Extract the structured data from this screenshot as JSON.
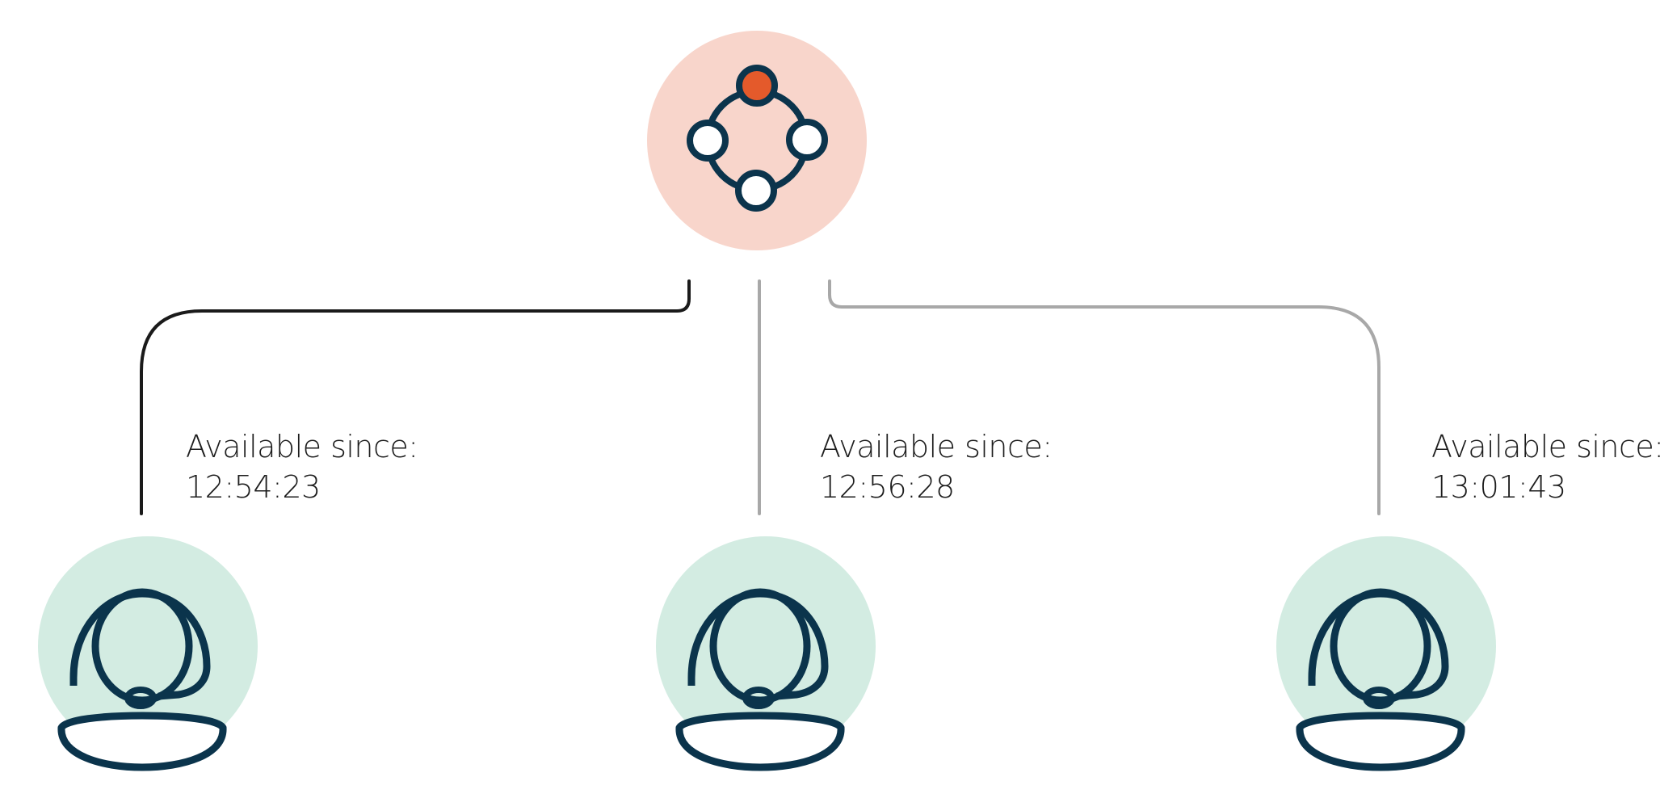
{
  "colors": {
    "hub_circle": "#f8d5cb",
    "hub_active_node": "#e45a2b",
    "agent_circle": "#d3ece2",
    "icon_stroke": "#0b344c",
    "connector_active": "#1a1a1a",
    "connector_inactive": "#a8a8a8"
  },
  "hub": {
    "icon": "distribution-hub-icon"
  },
  "agents": [
    {
      "icon": "agent-headset-icon",
      "available_label": "Available since:",
      "time": "12:54:23",
      "connector_state": "active"
    },
    {
      "icon": "agent-headset-icon",
      "available_label": "Available since:",
      "time": "12:56:28",
      "connector_state": "inactive"
    },
    {
      "icon": "agent-headset-icon",
      "available_label": "Available since:",
      "time": "13:01:43",
      "connector_state": "inactive"
    }
  ]
}
